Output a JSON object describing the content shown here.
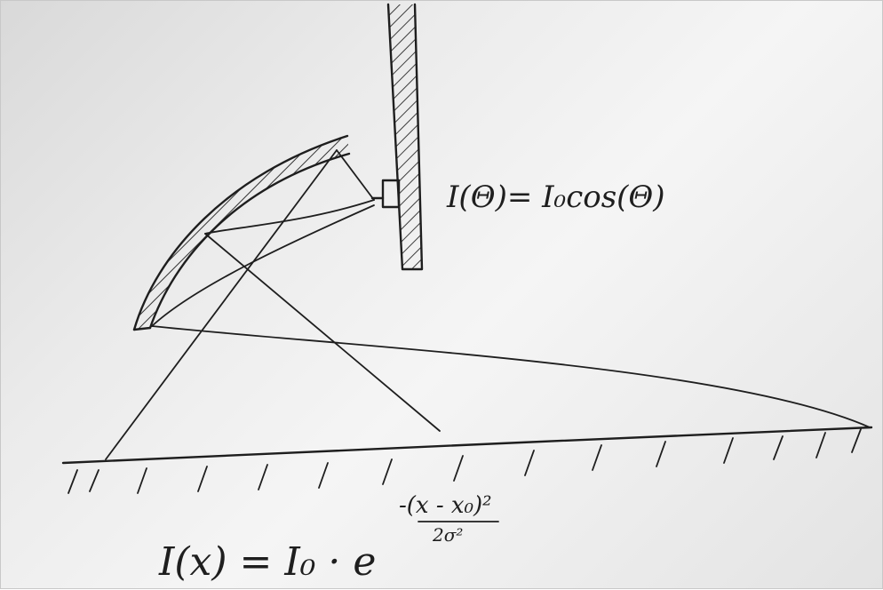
{
  "equations": {
    "lamp_intensity": "I(Θ)= I₀cos(Θ)",
    "ground_intensity_lhs": "I(x) = I₀ · e",
    "ground_intensity_exponent_num": "-(x - x₀)²",
    "ground_intensity_exponent_den": "2σ²"
  },
  "colors": {
    "ink": "#1e1e1e",
    "board": "#ebebeb"
  }
}
